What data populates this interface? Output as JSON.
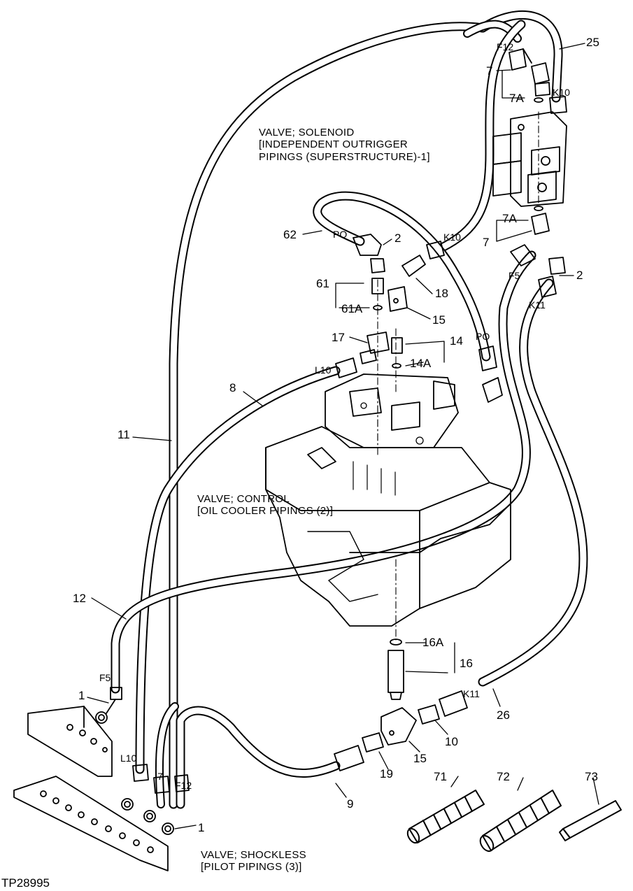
{
  "figure_id": "TP28995",
  "captions": {
    "solenoid": [
      "VALVE; SOLENOID",
      "[INDEPENDENT OUTRIGGER",
      "PIPINGS (SUPERSTRUCTURE)-1]"
    ],
    "control": [
      "VALVE; CONTROL",
      "[OIL COOLER PIPINGS (2)]"
    ],
    "shockless": [
      "VALVE; SHOCKLESS",
      "[PILOT PIPINGS (3)]"
    ]
  },
  "callouts": {
    "c1": "1",
    "c2": "2",
    "c7": "7",
    "c7A": "7A",
    "c8": "8",
    "c9": "9",
    "c10": "10",
    "c11": "11",
    "c12": "12",
    "c14": "14",
    "c14A": "14A",
    "c15": "15",
    "c16": "16",
    "c16A": "16A",
    "c17": "17",
    "c18": "18",
    "c19": "19",
    "c25": "25",
    "c26": "26",
    "c61": "61",
    "c61A": "61A",
    "c62": "62",
    "c71": "71",
    "c72": "72",
    "c73": "73"
  },
  "markings": {
    "F12": "F12",
    "K10": "K10",
    "K11": "K11",
    "PO": "PO",
    "F5": "F5",
    "L10": "L10",
    "S7": "7"
  }
}
